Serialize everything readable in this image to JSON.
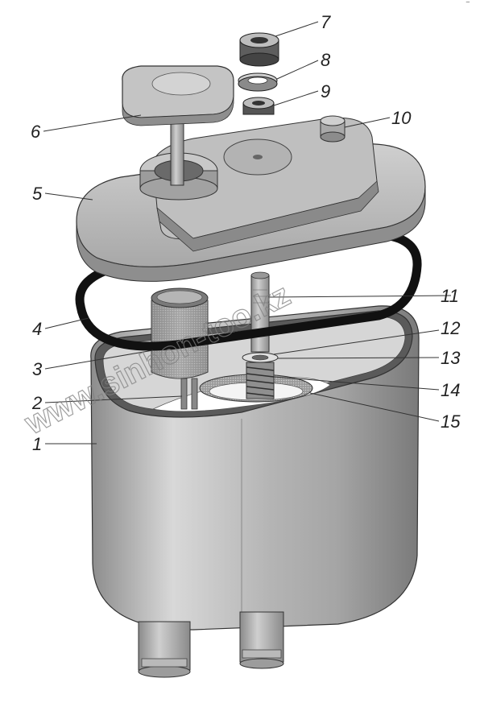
{
  "diagram": {
    "corner_mark": "⁻",
    "watermark": "www.sinhon-too.kz",
    "callouts": [
      {
        "id": "1",
        "label": "1"
      },
      {
        "id": "2",
        "label": "2"
      },
      {
        "id": "3",
        "label": "3"
      },
      {
        "id": "4",
        "label": "4"
      },
      {
        "id": "5",
        "label": "5"
      },
      {
        "id": "6",
        "label": "6"
      },
      {
        "id": "7",
        "label": "7"
      },
      {
        "id": "8",
        "label": "8"
      },
      {
        "id": "9",
        "label": "9"
      },
      {
        "id": "10",
        "label": "10"
      },
      {
        "id": "11",
        "label": "11"
      },
      {
        "id": "12",
        "label": "12"
      },
      {
        "id": "13",
        "label": "13"
      },
      {
        "id": "14",
        "label": "14"
      },
      {
        "id": "15",
        "label": "15"
      }
    ]
  }
}
